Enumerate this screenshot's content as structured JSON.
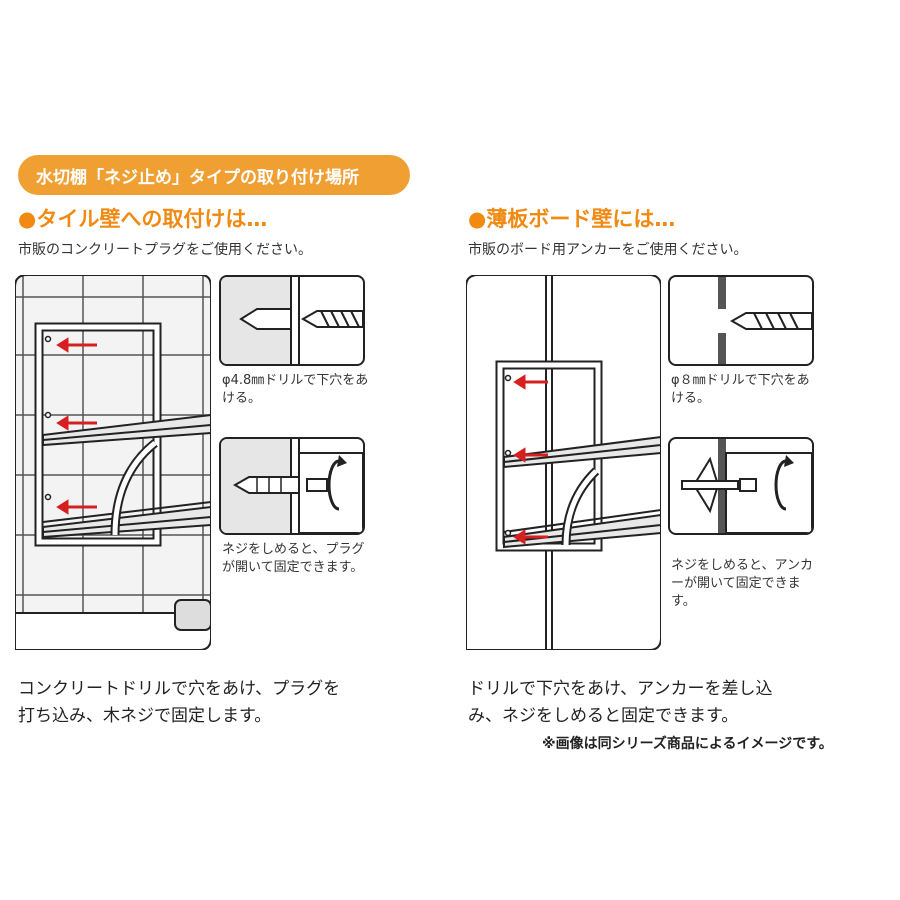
{
  "banner": "水切棚「ネジ止め」タイプの取り付け場所",
  "left": {
    "heading_dot": "●",
    "heading": "タイル壁への取付けは…",
    "subtitle": "市販のコンクリートプラグをご使用ください。",
    "note1": "φ4.8㎜ドリルで下穴をあける。",
    "note2": "ネジをしめると、プラグが開いて固定できます。",
    "description": "コンクリートドリルで穴をあけ、プラグを打ち込み、木ネジで固定します。"
  },
  "right": {
    "heading_dot": "●",
    "heading": "薄板ボード壁には…",
    "subtitle": "市販のボード用アンカーをご使用ください。",
    "note1": "φ８㎜ドリルで下穴をあける。",
    "note2": "ネジをしめると、アンカーが開いて固定できます。",
    "description": "ドリルで下穴をあけ、アンカーを差し込み、ネジをしめると固定できます。"
  },
  "footnote": "※画像は同シリーズ商品によるイメージです。",
  "colors": {
    "accent": "#f08a12",
    "banner": "#f0a033",
    "arrow": "#d62020"
  }
}
